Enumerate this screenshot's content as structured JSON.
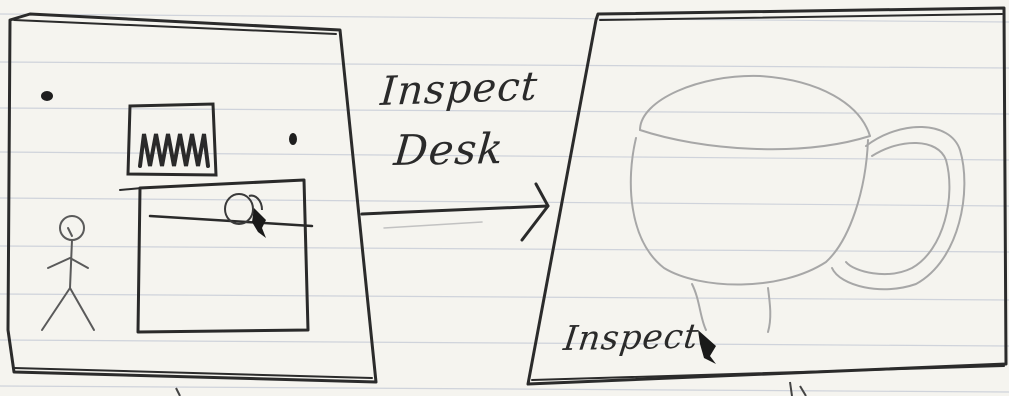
{
  "annotation": {
    "line1": "Inspect",
    "line2": "Desk"
  },
  "panels": {
    "left": {
      "name": "room-scene"
    },
    "right": {
      "name": "cup-closeup",
      "caption": "Inspect"
    }
  },
  "colors": {
    "paper": "#f5f4ef",
    "ink": "#2a2a2a",
    "rule_lines": "#cfd2da",
    "pencil": "#b9b9b9"
  }
}
